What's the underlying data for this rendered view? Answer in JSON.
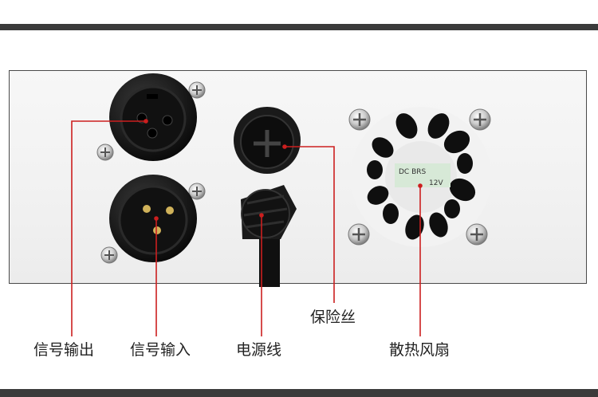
{
  "labels": {
    "signal_output": "信号输出",
    "signal_input": "信号输入",
    "power_cable": "电源线",
    "fuse": "保险丝",
    "cooling_fan": "散热风扇"
  },
  "fan_sticker_text": {
    "line1": "DC  BRS",
    "line2": "12V"
  },
  "colors": {
    "callout_line": "#cc1f1f",
    "frame_bar": "#3b3b3b"
  }
}
